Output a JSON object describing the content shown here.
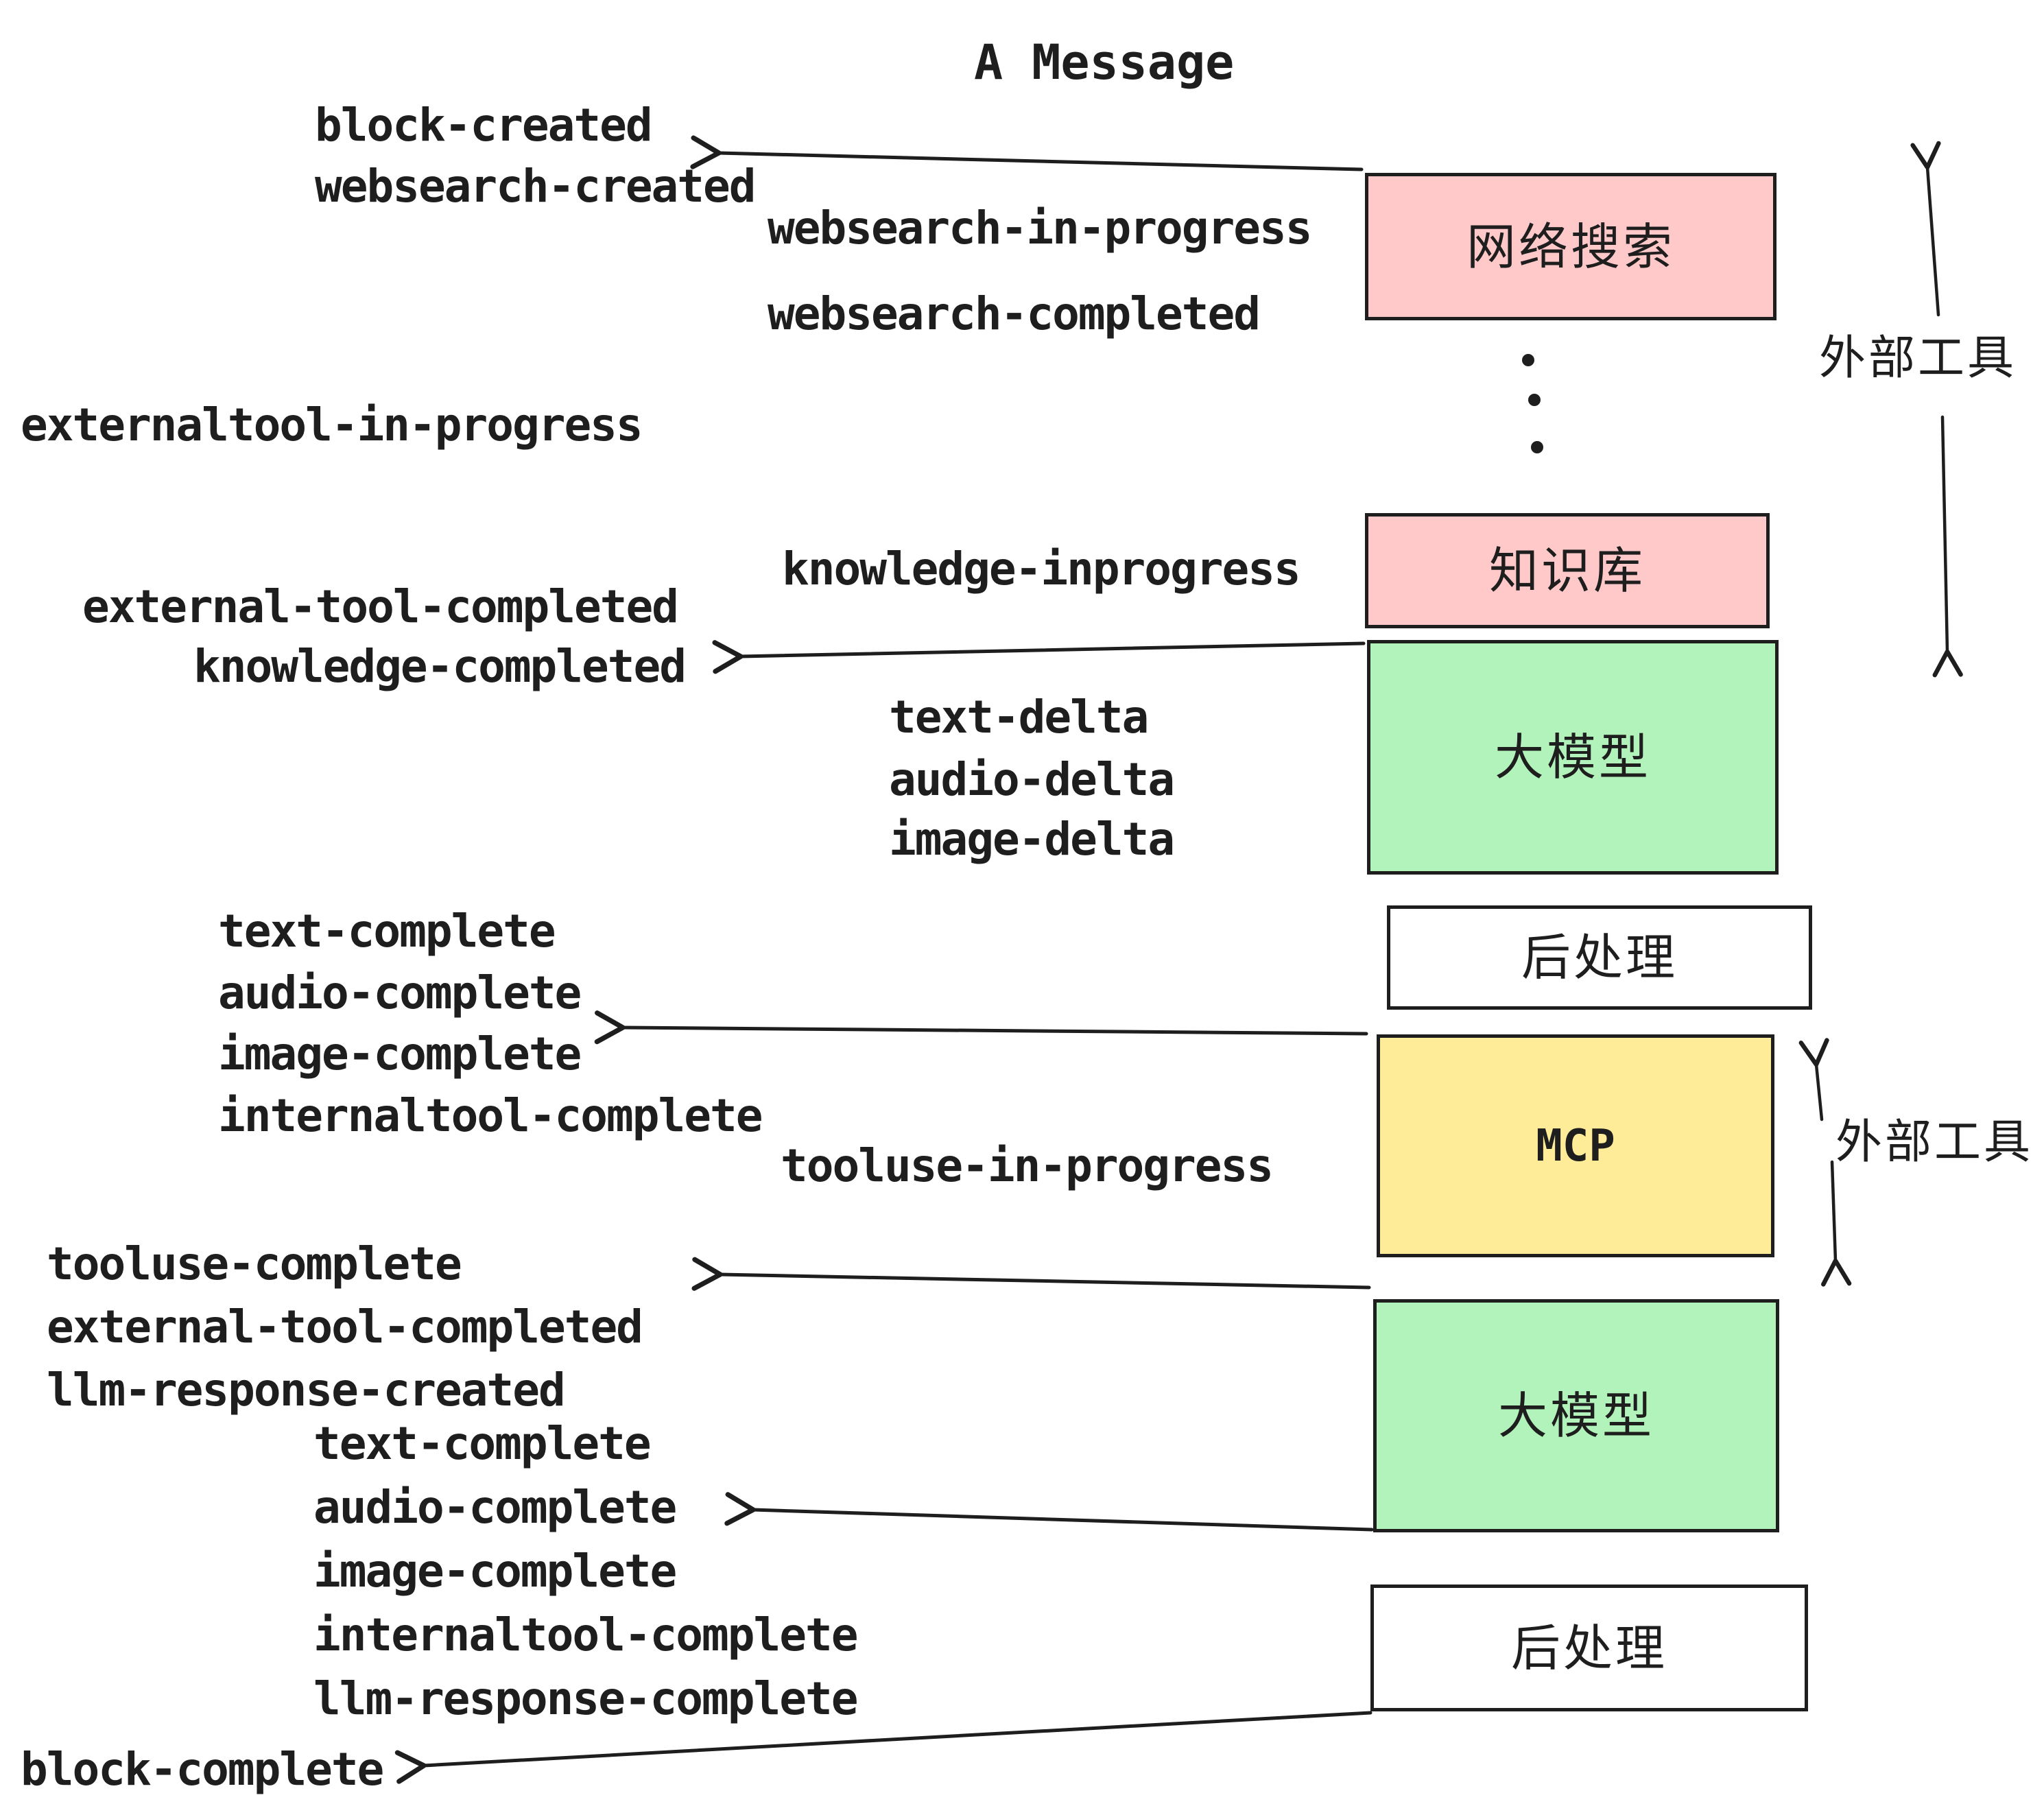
{
  "title": "A Message",
  "colors": {
    "stroke": "#1e1e1e",
    "pink": "#ffc9c9",
    "green": "#b2f2bb",
    "yellow": "#ffec99",
    "white": "#ffffff"
  },
  "boxes": [
    {
      "id": "web-search",
      "label": "网络搜索"
    },
    {
      "id": "knowledge",
      "label": "知识库"
    },
    {
      "id": "llm-1",
      "label": "大模型"
    },
    {
      "id": "post-1",
      "label": "后处理"
    },
    {
      "id": "mcp",
      "label": "MCP"
    },
    {
      "id": "llm-2",
      "label": "大模型"
    },
    {
      "id": "post-2",
      "label": "后处理"
    }
  ],
  "side_labels": {
    "external_tools_top": "外部工具",
    "external_tools_bottom": "外部工具"
  },
  "events": [
    {
      "id": "block-created",
      "text": "block-created"
    },
    {
      "id": "websearch-created",
      "text": "websearch-created"
    },
    {
      "id": "websearch-in-progress",
      "text": "websearch-in-progress"
    },
    {
      "id": "websearch-completed",
      "text": "websearch-completed"
    },
    {
      "id": "externaltool-in-progress",
      "text": "externaltool-in-progress"
    },
    {
      "id": "knowledge-inprogress",
      "text": "knowledge-inprogress"
    },
    {
      "id": "external-tool-completed-1",
      "text": "external-tool-completed"
    },
    {
      "id": "knowledge-completed",
      "text": "knowledge-completed"
    },
    {
      "id": "text-delta-1",
      "text": "text-delta"
    },
    {
      "id": "audio-delta-1",
      "text": "audio-delta"
    },
    {
      "id": "image-delta-1",
      "text": "image-delta"
    },
    {
      "id": "text-complete-1",
      "text": "text-complete"
    },
    {
      "id": "audio-complete-1",
      "text": "audio-complete"
    },
    {
      "id": "image-complete-1",
      "text": "image-complete"
    },
    {
      "id": "internaltool-complete-1",
      "text": "internaltool-complete"
    },
    {
      "id": "tooluse-in-progress",
      "text": "tooluse-in-progress"
    },
    {
      "id": "tooluse-complete",
      "text": "tooluse-complete"
    },
    {
      "id": "external-tool-completed-2",
      "text": "external-tool-completed"
    },
    {
      "id": "llm-response-created",
      "text": "llm-response-created"
    },
    {
      "id": "text-complete-2",
      "text": "text-complete"
    },
    {
      "id": "audio-complete-2",
      "text": "audio-complete"
    },
    {
      "id": "image-complete-2",
      "text": "image-complete"
    },
    {
      "id": "internaltool-complete-2",
      "text": "internaltool-complete"
    },
    {
      "id": "llm-response-complete",
      "text": "llm-response-complete"
    },
    {
      "id": "block-complete",
      "text": "block-complete"
    }
  ]
}
